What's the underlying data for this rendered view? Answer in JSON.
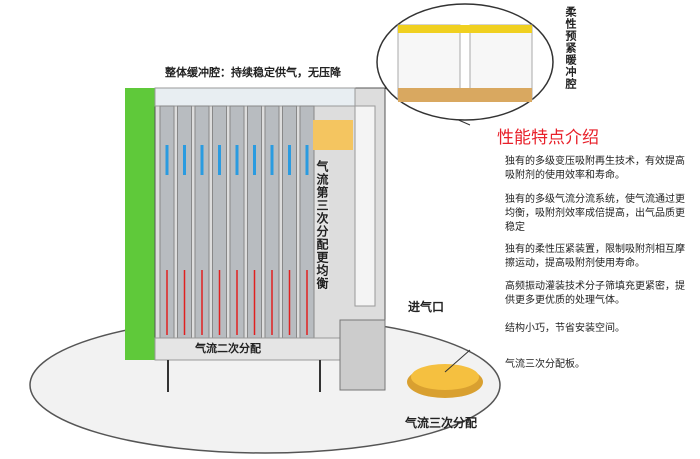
{
  "top_label": "整体缓冲腔：持续稳定供气，无压降",
  "inset_label": "柔性预紧暖冲腔",
  "features_title": "性能特点介绍",
  "features": [
    "独有的多级变压吸附再生技术，有效提高吸附剂的使用效率和寿命。",
    "独有的多级气流分流系统，使气流通过更均衡，吸附剂效率成倍提高，出气品质更稳定",
    "独有的柔性压紧装置，限制吸附剂相互摩擦运动，提高吸附剂使用寿命。",
    "高频振动灌装技术分子筛填充更紧密，提供更多更优质的处理气体。",
    "结构小巧，节省安装空间。",
    "气流三次分配板。"
  ],
  "third_distribution_label": "气流第三次分配更均衡",
  "second_distribution_label": "气流二次分配",
  "inlet_label": "进气口",
  "plate_label": "气流三次分配",
  "colors": {
    "green": "#5fc93a",
    "title_red": "#e8202a",
    "arrow_blue": "#2a9be0",
    "arrow_red": "#e02020"
  }
}
